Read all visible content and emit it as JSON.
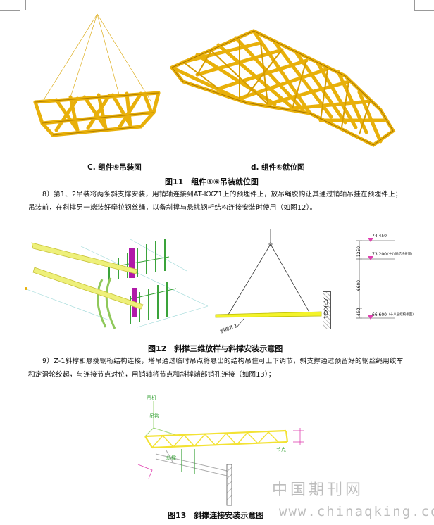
{
  "figures": {
    "fig11c_caption": "C. 组件⑥吊装图",
    "fig11d_caption": "d. 组件⑥就位图",
    "fig11_caption": "图11　组件⑤⑥吊装就位图",
    "fig12_caption": "图12　斜撑三维放样与斜撑安装示意图",
    "fig12_labels": {
      "elev_top": "74.450",
      "elev_upper": "73.200",
      "elev_upper_note": "(十九层结构板面)",
      "dim_1250": "1250",
      "dim_6600": "6600",
      "dim_450": "450",
      "elev_lower": "66.600",
      "elev_lower_note": "(十八层结构板面)",
      "column_label": "AT-KXZ1",
      "brace_label": "斜撑Z-1"
    },
    "fig13_caption": "图13　斜撑连接安装示意图",
    "fig13_labels": {
      "crane": "吊机",
      "hook": "吊钩",
      "node": "节点",
      "brace": "斜撑"
    }
  },
  "paragraphs": {
    "p8": "8）第1、2吊装将两条斜支撑安装，用销轴连接到AT-KXZ1上的预埋件上，放吊绳脱钩让其通过销轴吊挂在预埋件上；吊装前，在斜撑另一端装好牵拉钢丝绳，以备斜撑与悬挑钢桁结构连接安装时使用（如图12）。",
    "p9": "9）Z-1斜撑和悬挑钢桁结构连接，塔吊通过临时吊点将悬出的结构吊住可上下调节，斜支撑通过预留好的钢丝绳用绞车和定滑轮绞起，与连接节点对位，用销轴将节点和斜撑端部销孔连接（如图13）；"
  },
  "watermark": {
    "site_name": "中国期刊网",
    "url": "www.chinaqking.com"
  },
  "colors": {
    "steel": "#e8b00a",
    "steel_dark": "#b37f00",
    "brace_yellow": "#eef07a",
    "green": "#3aa33a",
    "magenta": "#b01aa8",
    "pink_marker": "#e040b0"
  }
}
